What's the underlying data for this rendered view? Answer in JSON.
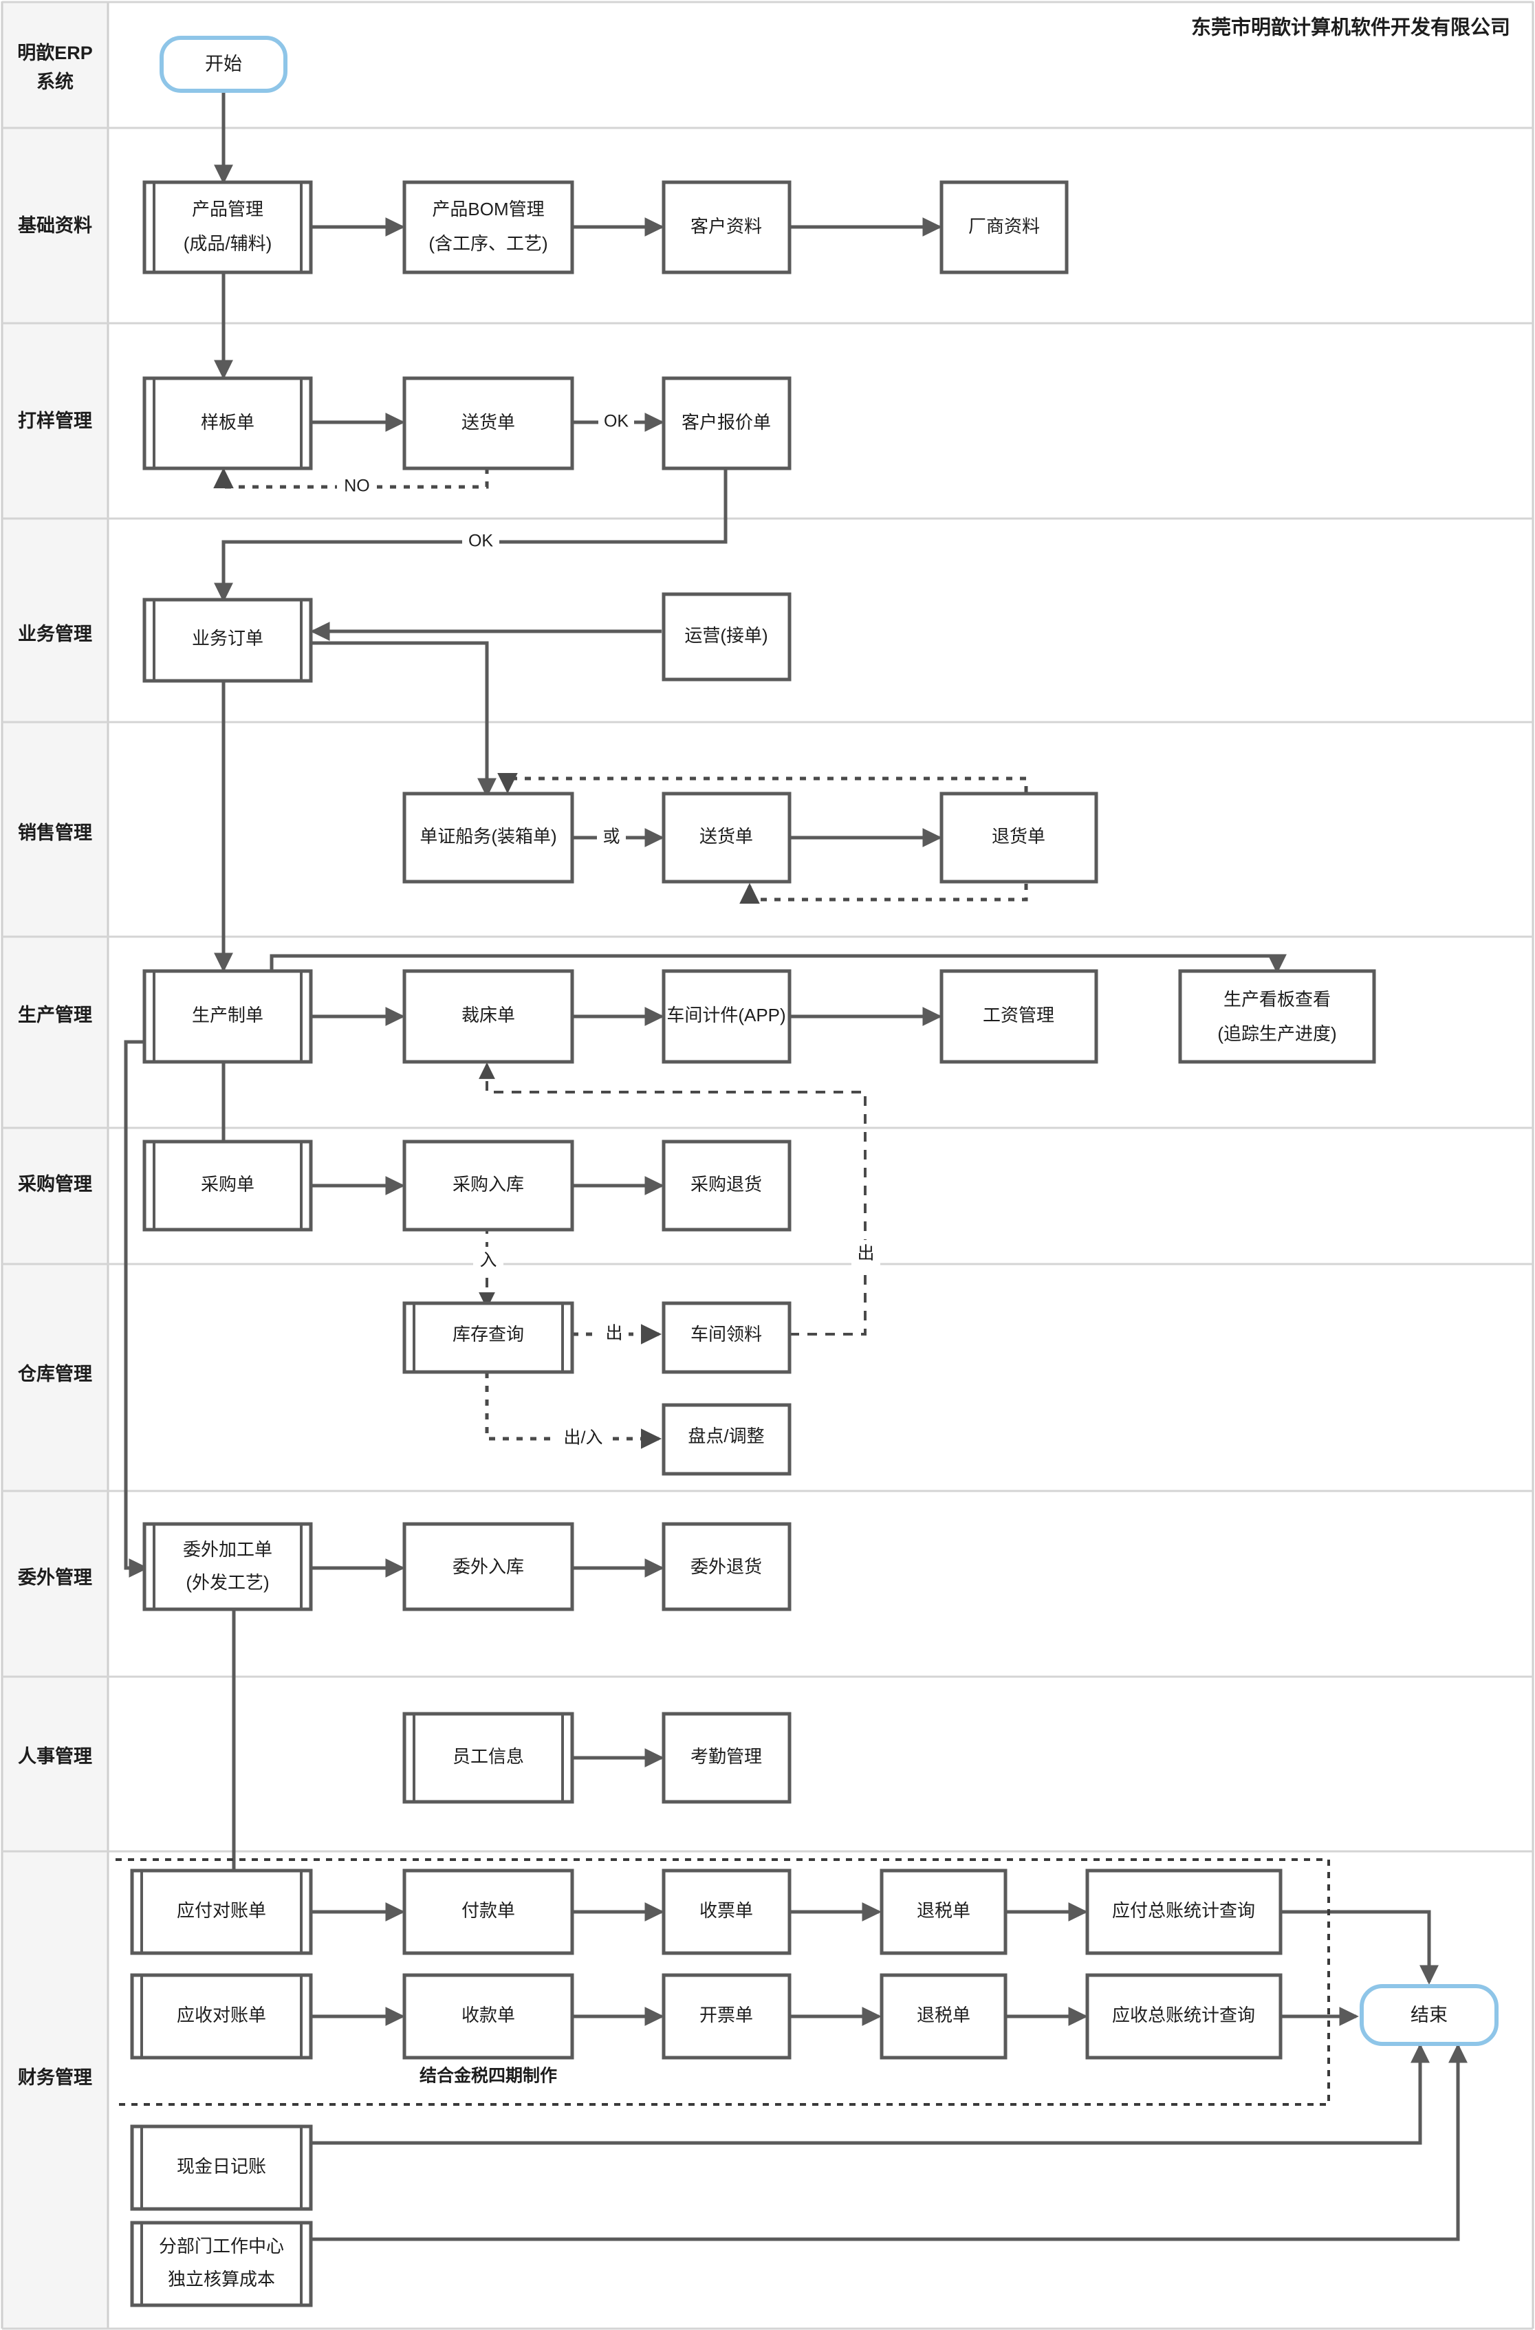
{
  "header": {
    "company": "东莞市明歆计算机软件开发有限公司"
  },
  "lanes": [
    {
      "id": "system",
      "label_line1": "明歆ERP",
      "label_line2": "系统"
    },
    {
      "id": "basic",
      "label_line1": "基础资料",
      "label_line2": ""
    },
    {
      "id": "sampling",
      "label_line1": "打样管理",
      "label_line2": ""
    },
    {
      "id": "business",
      "label_line1": "业务管理",
      "label_line2": ""
    },
    {
      "id": "sales",
      "label_line1": "销售管理",
      "label_line2": ""
    },
    {
      "id": "production",
      "label_line1": "生产管理",
      "label_line2": ""
    },
    {
      "id": "purchase",
      "label_line1": "采购管理",
      "label_line2": ""
    },
    {
      "id": "warehouse",
      "label_line1": "仓库管理",
      "label_line2": ""
    },
    {
      "id": "outsource",
      "label_line1": "委外管理",
      "label_line2": ""
    },
    {
      "id": "hr",
      "label_line1": "人事管理",
      "label_line2": ""
    },
    {
      "id": "finance",
      "label_line1": "财务管理",
      "label_line2": ""
    }
  ],
  "nodes": {
    "start": {
      "label": "开始"
    },
    "end": {
      "label": "结束"
    },
    "product_mgmt_l1": {
      "label": "产品管理"
    },
    "product_mgmt_l2": {
      "label": "(成品/辅料)"
    },
    "bom_mgmt_l1": {
      "label": "产品BOM管理"
    },
    "bom_mgmt_l2": {
      "label": "(含工序、工艺)"
    },
    "customer_data": {
      "label": "客户资料"
    },
    "vendor_data": {
      "label": "厂商资料"
    },
    "sample_order": {
      "label": "样板单"
    },
    "delivery_note_s": {
      "label": "送货单"
    },
    "customer_quote": {
      "label": "客户报价单"
    },
    "business_order": {
      "label": "业务订单"
    },
    "operation_intake": {
      "label": "运营(接单)"
    },
    "shipping_doc": {
      "label": "单证船务(装箱单)"
    },
    "delivery_note_x": {
      "label": "送货单"
    },
    "return_note": {
      "label": "退货单"
    },
    "prod_order": {
      "label": "生产制单"
    },
    "cutting_order": {
      "label": "裁床单"
    },
    "workshop_piece": {
      "label": "车间计件(APP)"
    },
    "salary_mgmt": {
      "label": "工资管理"
    },
    "kanban_l1": {
      "label": "生产看板查看"
    },
    "kanban_l2": {
      "label": "(追踪生产进度)"
    },
    "purchase_order": {
      "label": "采购单"
    },
    "purchase_in": {
      "label": "采购入库"
    },
    "purchase_return": {
      "label": "采购退货"
    },
    "stock_query": {
      "label": "库存查询"
    },
    "workshop_pick": {
      "label": "车间领料"
    },
    "stocktake_adjust": {
      "label": "盘点/调整"
    },
    "outsource_l1": {
      "label": "委外加工单"
    },
    "outsource_l2": {
      "label": "(外发工艺)"
    },
    "outsource_in": {
      "label": "委外入库"
    },
    "outsource_return": {
      "label": "委外退货"
    },
    "employee_info": {
      "label": "员工信息"
    },
    "attendance_mgmt": {
      "label": "考勤管理"
    },
    "ap_statement": {
      "label": "应付对账单"
    },
    "payment_note": {
      "label": "付款单"
    },
    "receipt_note": {
      "label": "收票单"
    },
    "tax_refund_ap": {
      "label": "退税单"
    },
    "ap_ledger_query": {
      "label": "应付总账统计查询"
    },
    "ar_statement": {
      "label": "应收对账单"
    },
    "collection_note": {
      "label": "收款单"
    },
    "invoice_note": {
      "label": "开票单"
    },
    "tax_refund_ar": {
      "label": "退税单"
    },
    "ar_ledger_query": {
      "label": "应收总账统计查询"
    },
    "cash_journal": {
      "label": "现金日记账"
    },
    "dept_center_l1": {
      "label": "分部门工作中心"
    },
    "dept_center_l2": {
      "label": "独立核算成本"
    }
  },
  "edge_labels": {
    "sample_ok": "OK",
    "sample_no": "NO",
    "quote_ok": "OK",
    "ship_or": "或",
    "stock_in": "入",
    "stock_out_pick": "出",
    "stock_out_adj": "出/入",
    "prod_out": "出"
  },
  "annotations": {
    "golden_tax": "结合金税四期制作"
  },
  "colors": {
    "lane_bg": "#f5f5f5",
    "lane_border": "#cfcfcf",
    "node_border": "#5a5a5a",
    "terminator_border": "#8ec5e8",
    "connector": "#5a5a5a",
    "text": "#1d1d1d"
  }
}
